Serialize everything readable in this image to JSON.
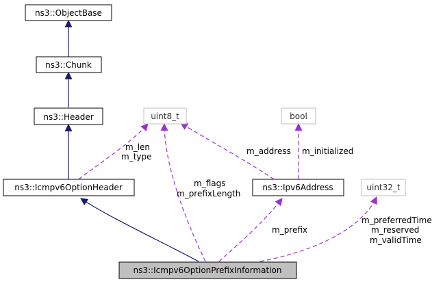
{
  "colors": {
    "inheritance": "#191970",
    "usage": "#9a32cd",
    "node_border": "#000000",
    "external_border": "#bfbfbf",
    "focus_fill": "#bfbfbf"
  },
  "nodes": {
    "object_base": "ns3::ObjectBase",
    "chunk": "ns3::Chunk",
    "header": "ns3::Header",
    "option_header": "ns3::Icmpv6OptionHeader",
    "prefix_info": "ns3::Icmpv6OptionPrefixInformation",
    "uint8": "uint8_t",
    "bool": "bool",
    "uint32": "uint32_t",
    "ipv6_address": "ns3::Ipv6Address"
  },
  "edge_labels": {
    "len_type": [
      "m_len",
      "m_type"
    ],
    "flags_prefix_length": [
      "m_flags",
      "m_prefixLength"
    ],
    "address": "m_address",
    "initialized": "m_initialized",
    "prefix": "m_prefix",
    "times": [
      "m_preferredTime",
      "m_reserved",
      "m_validTime"
    ]
  }
}
